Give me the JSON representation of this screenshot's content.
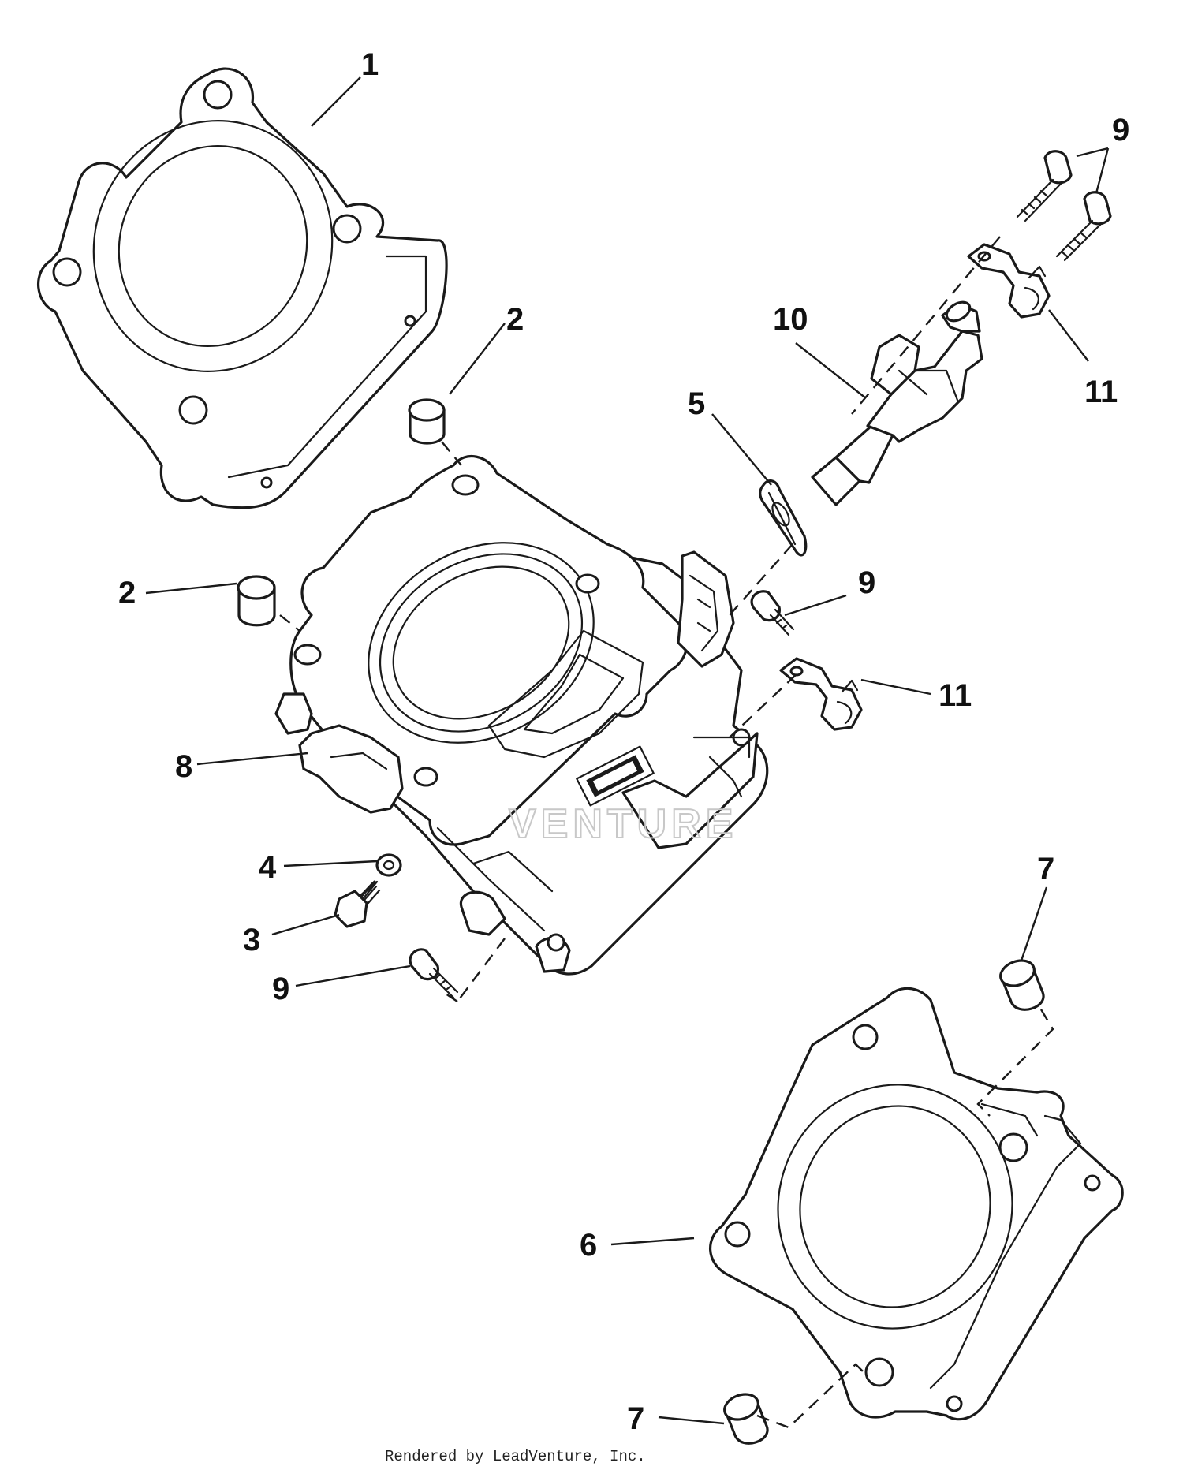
{
  "diagram": {
    "callouts": [
      {
        "id": "c1",
        "label": "1"
      },
      {
        "id": "c2a",
        "label": "2"
      },
      {
        "id": "c2b",
        "label": "2"
      },
      {
        "id": "c3",
        "label": "3"
      },
      {
        "id": "c4",
        "label": "4"
      },
      {
        "id": "c5",
        "label": "5"
      },
      {
        "id": "c6",
        "label": "6"
      },
      {
        "id": "c7a",
        "label": "7"
      },
      {
        "id": "c7b",
        "label": "7"
      },
      {
        "id": "c8",
        "label": "8"
      },
      {
        "id": "c9a",
        "label": "9"
      },
      {
        "id": "c9b",
        "label": "9"
      },
      {
        "id": "c9c",
        "label": "9"
      },
      {
        "id": "c10",
        "label": "10"
      },
      {
        "id": "c11a",
        "label": "11"
      },
      {
        "id": "c11b",
        "label": "11"
      }
    ],
    "watermark": "VENTURE",
    "credit": "Rendered by LeadVenture, Inc."
  }
}
